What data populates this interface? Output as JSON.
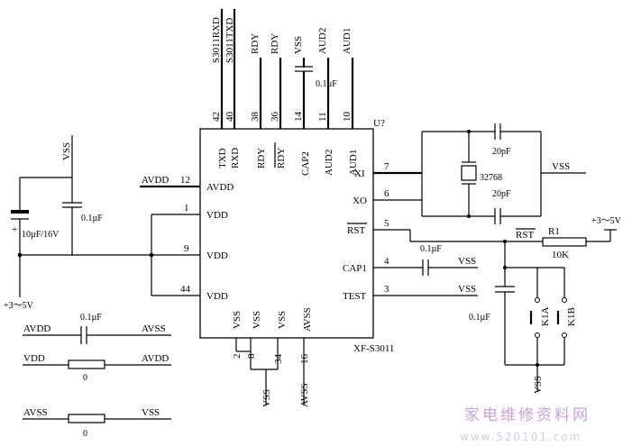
{
  "chip": {
    "ref": "U?",
    "part": "XF-S3011",
    "top_pins": [
      {
        "num": "42",
        "net": "S3011RXD",
        "func": "TXD"
      },
      {
        "num": "40",
        "net": "S3011TXD",
        "func": "RXD"
      },
      {
        "num": "38",
        "net": "RDY",
        "func": "RDY"
      },
      {
        "num": "36",
        "net": "RDY",
        "func": "RDY"
      },
      {
        "num": "14",
        "net": "VSS",
        "func": "CAP2"
      },
      {
        "num": "11",
        "net": "AUD2",
        "func": "AUD2"
      },
      {
        "num": "10",
        "net": "AUD1",
        "func": "AUD1"
      }
    ],
    "left_pins": [
      {
        "num": "12",
        "net": "AVDD",
        "func": "AVDD"
      },
      {
        "num": "1",
        "func": "VDD"
      },
      {
        "num": "9",
        "func": "VDD"
      },
      {
        "num": "44",
        "func": "VDD"
      }
    ],
    "right_pins": [
      {
        "num": "7",
        "func": "XI"
      },
      {
        "num": "6",
        "func": "XO"
      },
      {
        "num": "5",
        "func": "RST"
      },
      {
        "num": "4",
        "func": "CAP1"
      },
      {
        "num": "3",
        "func": "TEST"
      }
    ],
    "bottom_pins": [
      {
        "num": "2",
        "func": "VSS"
      },
      {
        "num": "8",
        "func": "VSS",
        "net": "VSS"
      },
      {
        "num": "34",
        "func": "VSS"
      },
      {
        "num": "16",
        "func": "AVSS",
        "net": "AVSS"
      }
    ]
  },
  "components": {
    "cap14_value": "0.1µF",
    "left_vss": "VSS",
    "electrolytic": "10µF/16V",
    "decouple": "0.1µF",
    "supply_left": "+3～5V",
    "crystal": "32768",
    "xtal_cap1": "20pF",
    "xtal_cap2": "20pF",
    "xtal_vss": "VSS",
    "rst_label": "RST",
    "r1_ref": "R1",
    "r1_value": "10K",
    "supply_right": "+3～5V",
    "cap1_value": "0.1µF",
    "cap1_vss": "VSS",
    "test_vss": "VSS",
    "reset_cap": "0.1µF",
    "key_a": "K1A",
    "key_b": "K1B",
    "bottom_vss": "VSS"
  },
  "bottom_left": {
    "row1_left": "AVDD",
    "row1_cap": "0.1µF",
    "row1_right": "AVSS",
    "row2_left": "VDD",
    "row2_right": "AVDD",
    "row2_res": "0",
    "row3_left": "AVSS",
    "row3_right": "VSS",
    "row3_res": "0"
  },
  "watermark": {
    "cn": "家电维修资料网",
    "url": "www.520101.com"
  }
}
